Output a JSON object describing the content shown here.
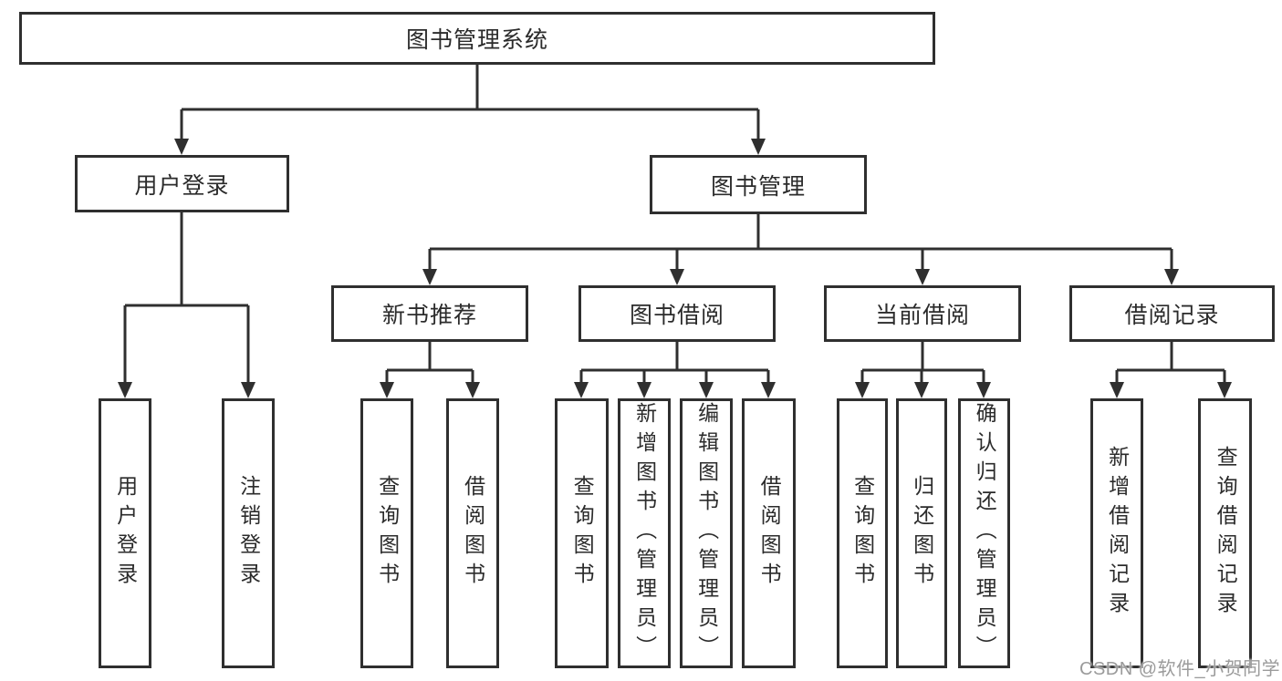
{
  "nodes": {
    "root": "图书管理系统",
    "l2": {
      "user_login": "用户登录",
      "book_mgmt": "图书管理"
    },
    "l3": {
      "new_book_rec": "新书推荐",
      "book_borrow": "图书借阅",
      "current_borrow": "当前借阅",
      "borrow_records": "借阅记录"
    },
    "leaves": {
      "user_login": "用户登录",
      "logout": "注销登录",
      "nb_query_book": "查询图书",
      "nb_borrow_book": "借阅图书",
      "bb_query_book": "查询图书",
      "bb_add_book": "新增图书（管理员）",
      "bb_edit_book": "编辑图书（管理员）",
      "bb_borrow_book": "借阅图书",
      "cb_query_book": "查询图书",
      "cb_return_book": "归还图书",
      "cb_confirm_return": "确认归还（管理员）",
      "br_add_record": "新增借阅记录",
      "br_query_record": "查询借阅记录"
    }
  },
  "watermark": "CSDN @软件_小贺同学",
  "colors": {
    "line": "#2f2f2f",
    "text": "#2b2b2b",
    "watermark": "#9b9b9b",
    "background": "#ffffff"
  }
}
